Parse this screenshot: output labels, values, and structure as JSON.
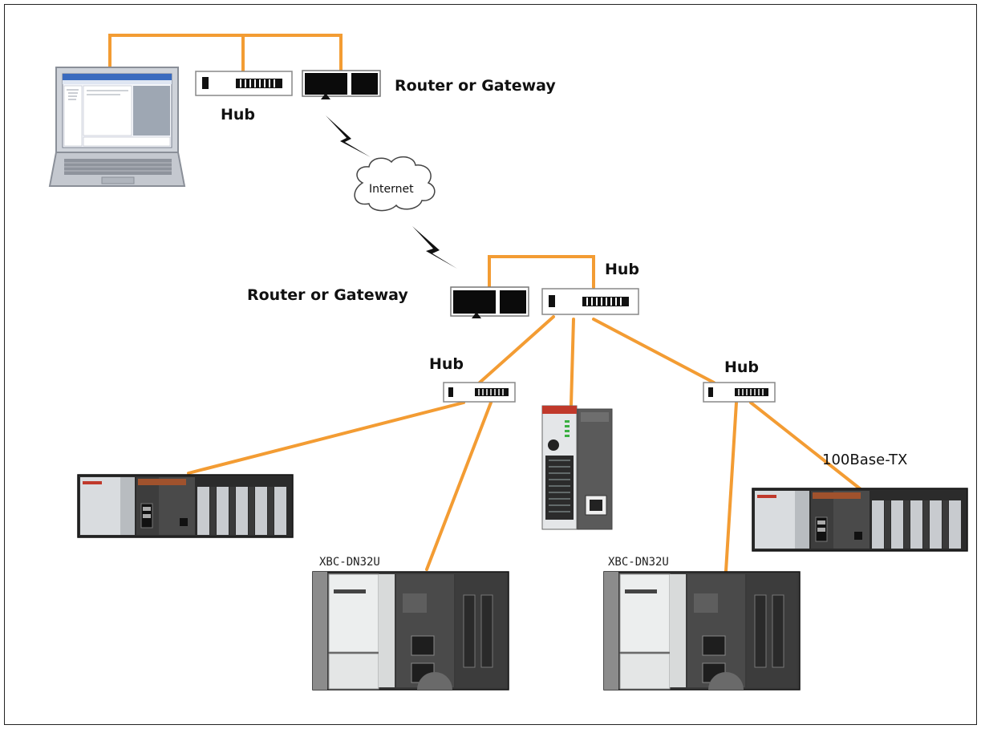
{
  "labels": {
    "hub_top": "Hub",
    "router_top": "Router or Gateway",
    "internet": "Internet",
    "router_mid": "Router or Gateway",
    "hub_mid": "Hub",
    "hub_left": "Hub",
    "hub_right": "Hub",
    "link_type": "100Base-TX",
    "plc_model_left": "XBC-DN32U",
    "plc_model_right": "XBC-DN32U"
  },
  "colors": {
    "cable": "#f39c33",
    "frame": "#222222"
  }
}
